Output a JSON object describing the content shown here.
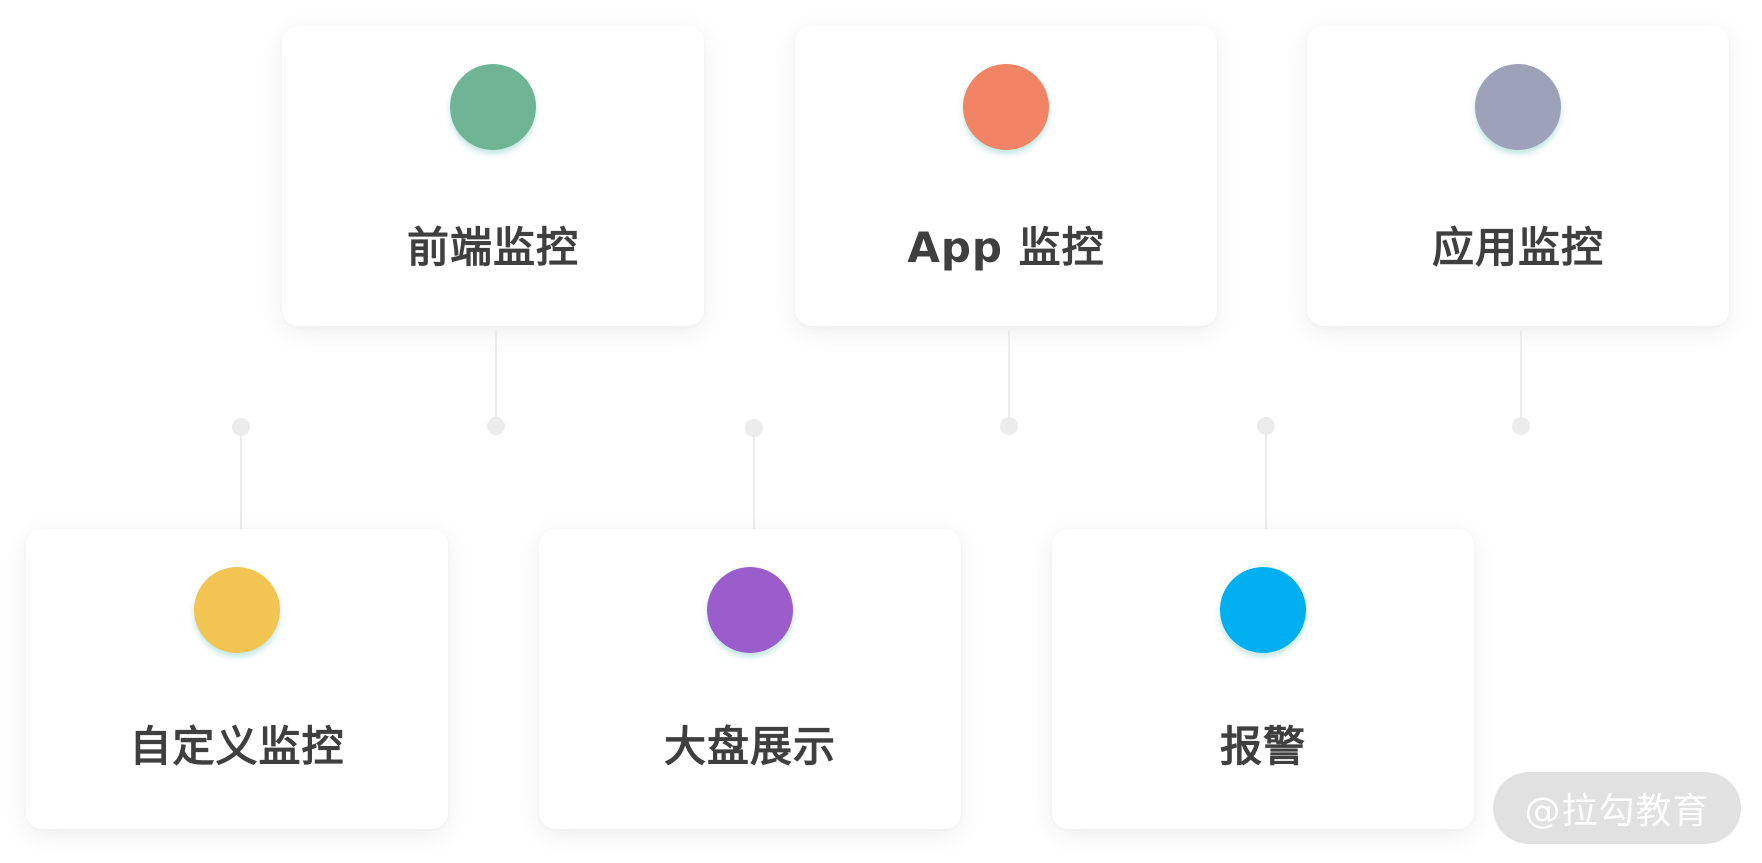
{
  "nodes_top": [
    {
      "label": "前端监控",
      "color": "#70b496"
    },
    {
      "label": "App 监控",
      "color": "#f08464"
    },
    {
      "label": "应用监控",
      "color": "#9da2b8"
    }
  ],
  "nodes_bottom": [
    {
      "label": "自定义监控",
      "color": "#f2c451"
    },
    {
      "label": "大盘展示",
      "color": "#9b5dcc"
    },
    {
      "label": "报警",
      "color": "#00aff0"
    }
  ],
  "watermark": "@拉勾教育"
}
